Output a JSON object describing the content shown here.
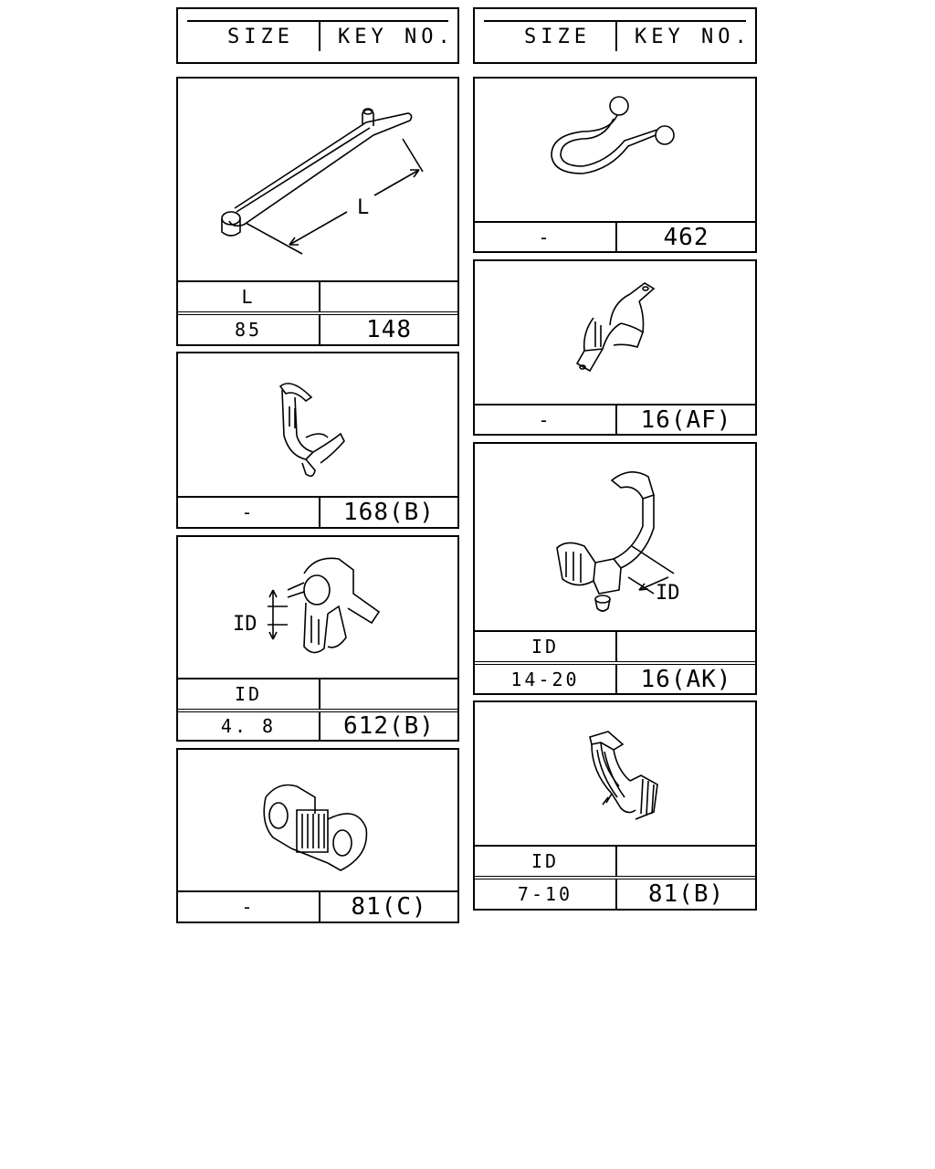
{
  "header_left": {
    "size_label": "SIZE",
    "key_label": "KEY NO."
  },
  "header_right": {
    "size_label": "SIZE",
    "key_label": "KEY NO."
  },
  "parts": {
    "p148": {
      "dimension_letter": "L",
      "size_header": "L",
      "size_value": "85",
      "key_no": "148",
      "icon": "cable-tie-strap-icon"
    },
    "p168b": {
      "size_value": "-",
      "key_no": "168(B)",
      "icon": "harness-clip-icon"
    },
    "p612b": {
      "dimension_letter": "ID",
      "size_header": "ID",
      "size_value": "4. 8",
      "key_no": "612(B)",
      "icon": "pipe-clamp-icon"
    },
    "p81c": {
      "size_value": "-",
      "key_no": "81(C)",
      "icon": "double-clip-icon"
    },
    "p462": {
      "size_value": "-",
      "key_no": "462",
      "icon": "loop-clip-icon"
    },
    "p16af": {
      "size_value": "-",
      "key_no": "16(AF)",
      "icon": "bracket-clamp-icon"
    },
    "p16ak": {
      "dimension_letter": "ID",
      "size_header": "ID",
      "size_value": "14-20",
      "key_no": "16(AK)",
      "icon": "harness-clamp-icon"
    },
    "p81b": {
      "size_header": "ID",
      "size_value": "7-10",
      "key_no": "81(B)",
      "icon": "corrugated-tube-clip-icon"
    }
  }
}
